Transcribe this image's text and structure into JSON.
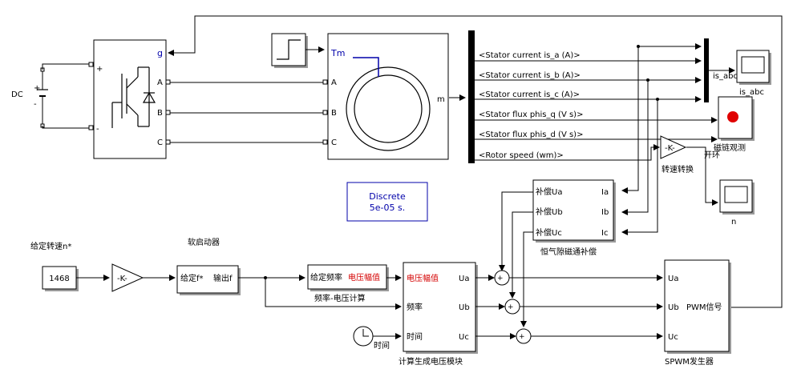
{
  "dc": {
    "label": "DC",
    "plus": "+",
    "minus": "-"
  },
  "inverter": {
    "g": "g",
    "a": "A",
    "b": "B",
    "c": "C",
    "plus": "+",
    "minus": "-"
  },
  "step": {
    "tm": "Tm"
  },
  "motor": {
    "a": "A",
    "b": "B",
    "c": "C",
    "m": "m"
  },
  "bus": {
    "signals": [
      "<Stator current is_a (A)>",
      "<Stator current is_b (A)>",
      "<Stator current is_c (A)>",
      "<Stator flux phis_q (V s)>",
      "<Stator flux phis_d (V s)>",
      "<Rotor speed (wm)>"
    ]
  },
  "scopes": {
    "is_abc": "is_abc",
    "flux": "磁链观测",
    "n": "n",
    "is_abc_wire": "is_abc"
  },
  "gain_speed": {
    "k": "-K-",
    "label": "转速转换",
    "open_loop": "开环"
  },
  "discrete": {
    "line1": "Discrete",
    "line2": "5e-05 s."
  },
  "compensation": {
    "ua": "补偿Ua",
    "ub": "补偿Ub",
    "uc": "补偿Uc",
    "ia": "Ia",
    "ib": "Ib",
    "ic": "Ic",
    "title": "恒气隙磁通补偿"
  },
  "speed_input": {
    "title": "给定转速n*",
    "value": "1468"
  },
  "gain_input": {
    "k": "-K-"
  },
  "softstart": {
    "title": "软启动器",
    "in": "给定f*",
    "out": "输出f"
  },
  "vf": {
    "in": "给定频率",
    "out": "电压幅值",
    "title": "频率-电压计算"
  },
  "voltage_calc": {
    "in1": "电压幅值",
    "in2": "频率",
    "in3": "时间",
    "ua": "Ua",
    "ub": "Ub",
    "uc": "Uc",
    "title": "计算生成电压模块"
  },
  "clock": {
    "label": "时间"
  },
  "sums": {
    "plus": "+"
  },
  "spwm": {
    "ua": "Ua",
    "ub": "Ub",
    "uc": "Uc",
    "out": "PWM信号",
    "title": "SPWM发生器"
  },
  "colors": {
    "red_lamp": "#e00000",
    "blue_text": "#0000aa",
    "red_text": "#d40000"
  }
}
